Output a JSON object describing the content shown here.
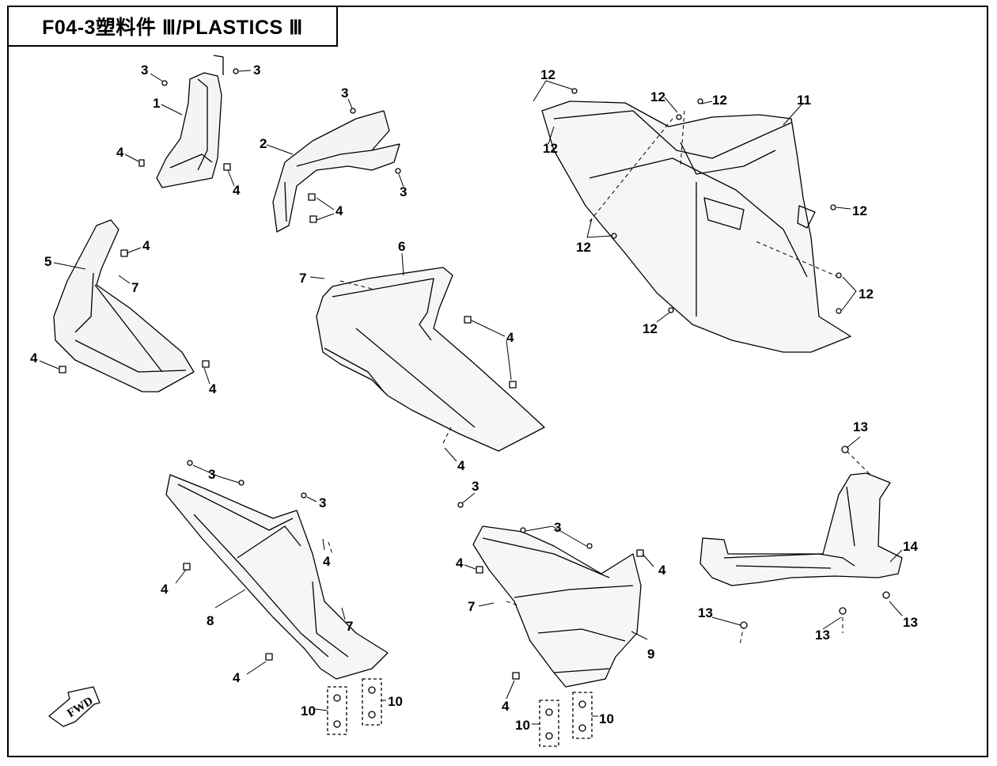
{
  "title": "F04-3塑料件 Ⅲ/PLASTICS Ⅲ",
  "direction_label": "FWD",
  "callouts": [
    {
      "id": "c-3a",
      "text": "3"
    },
    {
      "id": "c-3b",
      "text": "3"
    },
    {
      "id": "c-1",
      "text": "1"
    },
    {
      "id": "c-4a",
      "text": "4"
    },
    {
      "id": "c-4b",
      "text": "4"
    },
    {
      "id": "c-3c",
      "text": "3"
    },
    {
      "id": "c-2",
      "text": "2"
    },
    {
      "id": "c-3d",
      "text": "3"
    },
    {
      "id": "c-4c",
      "text": "4"
    },
    {
      "id": "c-5",
      "text": "5"
    },
    {
      "id": "c-4d",
      "text": "4"
    },
    {
      "id": "c-7a",
      "text": "7"
    },
    {
      "id": "c-4e",
      "text": "4"
    },
    {
      "id": "c-4f",
      "text": "4"
    },
    {
      "id": "c-6",
      "text": "6"
    },
    {
      "id": "c-7b",
      "text": "7"
    },
    {
      "id": "c-4g",
      "text": "4"
    },
    {
      "id": "c-4h",
      "text": "4"
    },
    {
      "id": "c-12a",
      "text": "12"
    },
    {
      "id": "c-12b",
      "text": "12"
    },
    {
      "id": "c-12c",
      "text": "12"
    },
    {
      "id": "c-11",
      "text": "11"
    },
    {
      "id": "c-12d",
      "text": "12"
    },
    {
      "id": "c-12e",
      "text": "12"
    },
    {
      "id": "c-12f",
      "text": "12"
    },
    {
      "id": "c-12g",
      "text": "12"
    },
    {
      "id": "c-12h",
      "text": "12"
    },
    {
      "id": "c-3e",
      "text": "3"
    },
    {
      "id": "c-3f",
      "text": "3"
    },
    {
      "id": "c-4i",
      "text": "4"
    },
    {
      "id": "c-4j",
      "text": "4"
    },
    {
      "id": "c-8",
      "text": "8"
    },
    {
      "id": "c-7c",
      "text": "7"
    },
    {
      "id": "c-4k",
      "text": "4"
    },
    {
      "id": "c-10a",
      "text": "10"
    },
    {
      "id": "c-10b",
      "text": "10"
    },
    {
      "id": "c-3g",
      "text": "3"
    },
    {
      "id": "c-3h",
      "text": "3"
    },
    {
      "id": "c-4l",
      "text": "4"
    },
    {
      "id": "c-4m",
      "text": "4"
    },
    {
      "id": "c-7d",
      "text": "7"
    },
    {
      "id": "c-9",
      "text": "9"
    },
    {
      "id": "c-4n",
      "text": "4"
    },
    {
      "id": "c-10c",
      "text": "10"
    },
    {
      "id": "c-10d",
      "text": "10"
    },
    {
      "id": "c-13a",
      "text": "13"
    },
    {
      "id": "c-14",
      "text": "14"
    },
    {
      "id": "c-13b",
      "text": "13"
    },
    {
      "id": "c-13c",
      "text": "13"
    },
    {
      "id": "c-13d",
      "text": "13"
    }
  ]
}
